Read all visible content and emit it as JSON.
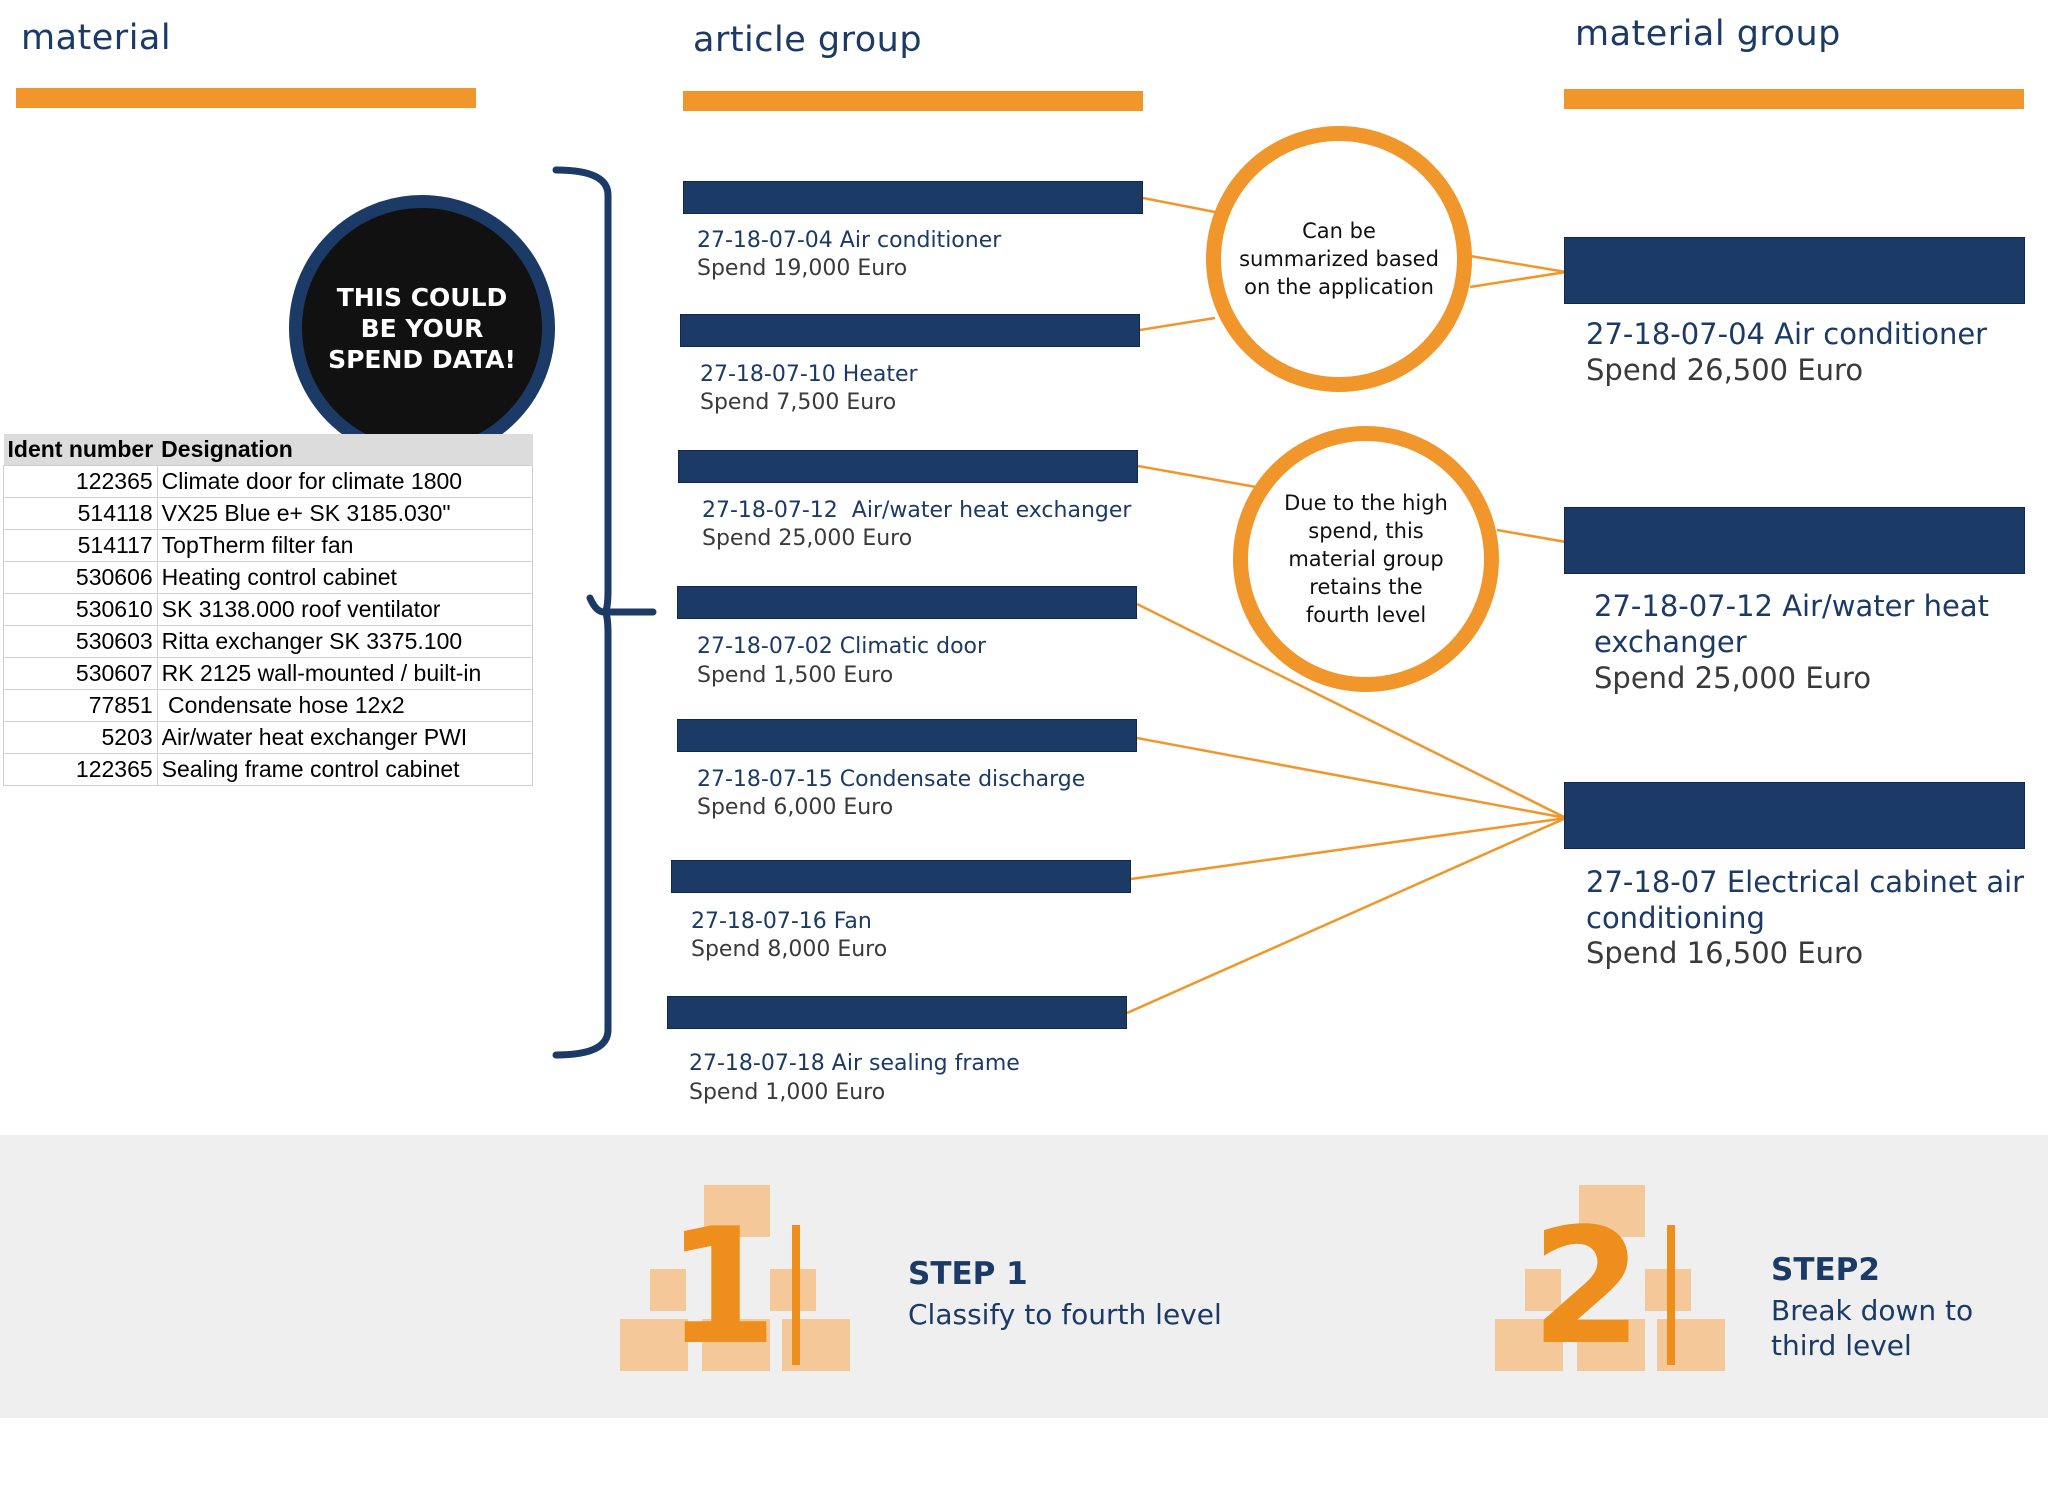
{
  "columns": {
    "material": "material",
    "article_group": "article group",
    "material_group": "material group"
  },
  "badge": "THIS COULD BE YOUR SPEND DATA!",
  "table": {
    "headers": [
      "Ident number",
      "Designation"
    ],
    "rows": [
      [
        "122365",
        "Climate door for climate 1800"
      ],
      [
        "514118",
        "VX25 Blue e+ SK 3185.030\""
      ],
      [
        "514117",
        "TopTherm filter fan"
      ],
      [
        "530606",
        "Heating control cabinet"
      ],
      [
        "530610",
        "SK 3138.000 roof ventilator"
      ],
      [
        "530603",
        "Ritta exchanger SK 3375.100"
      ],
      [
        "530607",
        "RK 2125 wall-mounted / built-in"
      ],
      [
        "77851",
        " Condensate hose 12x2"
      ],
      [
        "5203",
        "Air/water heat exchanger PWI"
      ],
      [
        "122365",
        "Sealing frame control cabinet"
      ]
    ]
  },
  "articles": [
    {
      "name": "27-18-07-04 Air conditioner",
      "spend": "Spend 19,000 Euro"
    },
    {
      "name": "27-18-07-10 Heater",
      "spend": "Spend 7,500 Euro"
    },
    {
      "name": "27-18-07-12  Air/water heat exchanger",
      "spend": "Spend 25,000 Euro"
    },
    {
      "name": "27-18-07-02 Climatic door",
      "spend": "Spend 1,500 Euro"
    },
    {
      "name": "27-18-07-15 Condensate discharge",
      "spend": "Spend 6,000 Euro"
    },
    {
      "name": "27-18-07-16 Fan",
      "spend": "Spend 8,000 Euro"
    },
    {
      "name": "27-18-07-18 Air sealing frame",
      "spend": "Spend 1,000 Euro"
    }
  ],
  "notes": {
    "summarize": "Can be summarized based on the application",
    "retain": "Due to the high spend, this material group retains the fourth level"
  },
  "groups": [
    {
      "name": "27-18-07-04 Air conditioner",
      "spend": "Spend 26,500 Euro"
    },
    {
      "name": "27-18-07-12 Air/water heat exchanger",
      "spend": "Spend 25,000 Euro"
    },
    {
      "name": "27-18-07 Electrical cabinet air conditioning",
      "spend": "Spend 16,500 Euro"
    }
  ],
  "steps": [
    {
      "number": "1",
      "title": "STEP 1",
      "text": "Classify to fourth level"
    },
    {
      "number": "2",
      "title": "STEP2",
      "text": "Break down to third level"
    }
  ],
  "colors": {
    "navy": "#1b3a66",
    "orange": "#f0962a",
    "footer_bg": "#efefef"
  }
}
